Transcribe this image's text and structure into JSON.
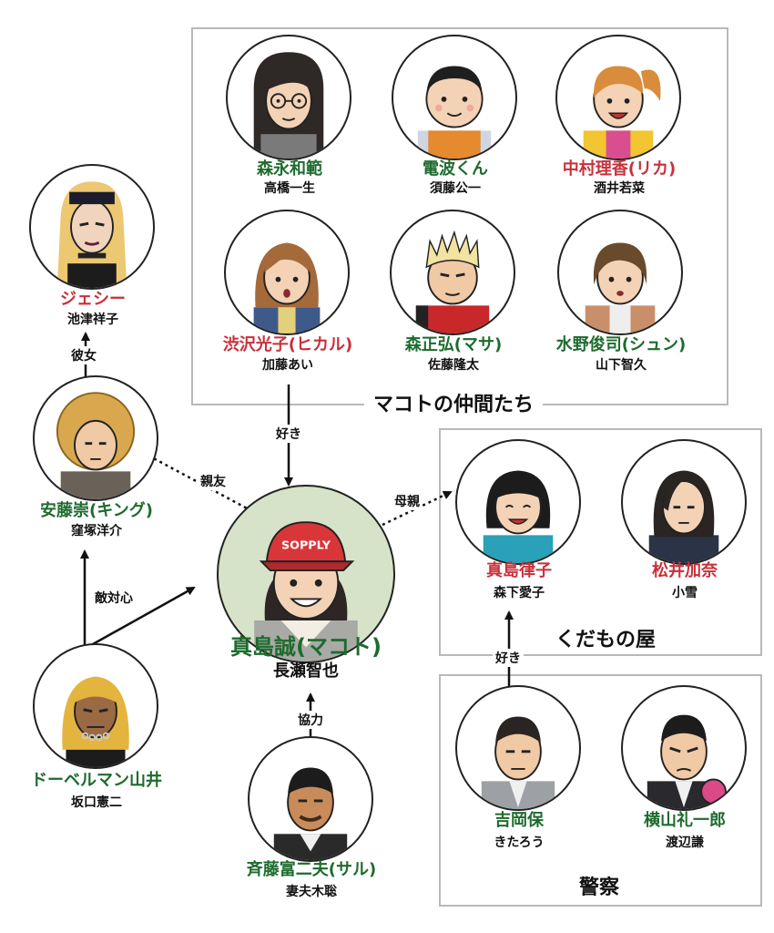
{
  "groups": {
    "friends_title": "マコトの仲間たち",
    "fruit_shop_title": "くだもの屋",
    "police_title": "警察"
  },
  "characters": {
    "morinaga": {
      "name": "森永和範",
      "actor": "高橋一生"
    },
    "denpa": {
      "name": "電波くん",
      "actor": "須藤公一"
    },
    "rika": {
      "name": "中村理香(リカ)",
      "actor": "酒井若菜"
    },
    "jessie": {
      "name": "ジェシー",
      "actor": "池津祥子"
    },
    "hikaru": {
      "name": "渋沢光子(ヒカル)",
      "actor": "加藤あい"
    },
    "masa": {
      "name": "森正弘(マサ)",
      "actor": "佐藤隆太"
    },
    "shun": {
      "name": "水野俊司(シュン)",
      "actor": "山下智久"
    },
    "king": {
      "name": "安藤崇(キング)",
      "actor": "窪塚洋介"
    },
    "makoto": {
      "name": "真島誠(マコト)",
      "actor": "長瀬智也"
    },
    "ritsuko": {
      "name": "真島律子",
      "actor": "森下愛子"
    },
    "kana": {
      "name": "松井加奈",
      "actor": "小雪"
    },
    "doberman": {
      "name": "ドーベルマン山井",
      "actor": "坂口憲二"
    },
    "saru": {
      "name": "斉藤富二夫(サル)",
      "actor": "妻夫木聡"
    },
    "yoshioka": {
      "name": "吉岡保",
      "actor": "きたろう"
    },
    "yokoyama": {
      "name": "横山礼一郎",
      "actor": "渡辺謙"
    }
  },
  "relations": {
    "girlfriend": "彼女",
    "likes_hikaru": "好き",
    "best_friend": "親友",
    "mother": "母親",
    "rivalry": "敵対心",
    "cooperation": "協力",
    "likes_ritsuko": "好き"
  },
  "cap_text": "SOPPLY",
  "colors": {
    "name_green": "#1e6b2e",
    "name_red": "#c8303a",
    "center_bg": "#d6e3c8",
    "box_border": "#b9b9b9"
  }
}
